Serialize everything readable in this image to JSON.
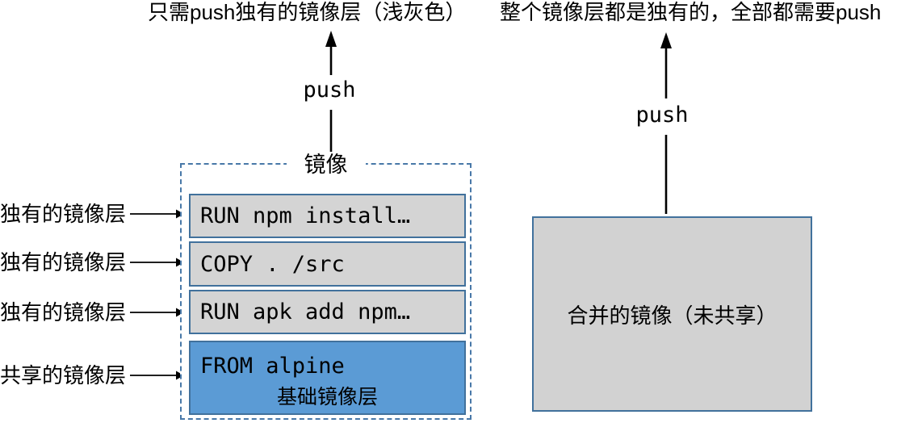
{
  "captions": {
    "left": "只需push独有的镜像层（浅灰色）",
    "right": "整个镜像层都是独有的，全部都需要push"
  },
  "left_diagram": {
    "push_label": "push",
    "box_title": "镜像",
    "layers": [
      {
        "text": "RUN npm install…",
        "type": "unique"
      },
      {
        "text": "COPY . /src",
        "type": "unique"
      },
      {
        "text": "RUN apk add npm…",
        "type": "unique"
      },
      {
        "text": "FROM alpine",
        "sublabel": "基础镜像层",
        "type": "shared"
      }
    ],
    "side_labels": [
      "独有的镜像层",
      "独有的镜像层",
      "独有的镜像层",
      "共享的镜像层"
    ]
  },
  "right_diagram": {
    "push_label": "push",
    "box_label": "合并的镜像（未共享）"
  },
  "colors": {
    "layer_gray": "#d4d4d4",
    "layer_blue": "#5b9bd5",
    "box_border_blue": "#41719c",
    "dashed_border_blue": "#4878a8",
    "arrow_black": "#000000",
    "text_black": "#000000"
  }
}
